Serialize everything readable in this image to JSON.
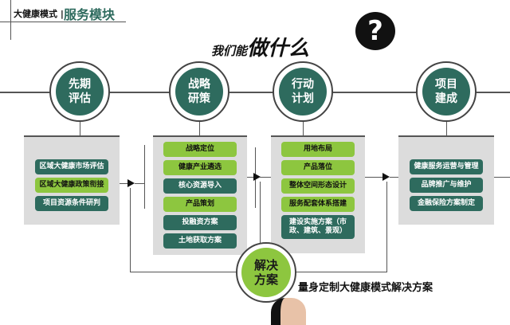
{
  "header": {
    "section": "大健康模式 |",
    "title": "服务模块"
  },
  "headline": {
    "prefix": "我们能",
    "emphasis": "做什么",
    "icon": "question-bubble-icon"
  },
  "stages": [
    {
      "label_line1": "先期",
      "label_line2": "评估",
      "items": [
        {
          "text": "区域大健康市场评估",
          "style": "dark"
        },
        {
          "text": "区域大健康政策衔接",
          "style": "green"
        },
        {
          "text": "项目资源条件研判",
          "style": "dark"
        }
      ]
    },
    {
      "label_line1": "战略",
      "label_line2": "研策",
      "items": [
        {
          "text": "战略定位",
          "style": "green"
        },
        {
          "text": "健康产业遴选",
          "style": "green"
        },
        {
          "text": "核心资源导入",
          "style": "dark"
        },
        {
          "text": "产品策划",
          "style": "green"
        },
        {
          "text": "投融资方案",
          "style": "dark"
        },
        {
          "text": "土地获取方案",
          "style": "dark"
        }
      ]
    },
    {
      "label_line1": "行动",
      "label_line2": "计划",
      "items": [
        {
          "text": "用地布局",
          "style": "green"
        },
        {
          "text": "产品落位",
          "style": "green"
        },
        {
          "text": "整体空间形态设计",
          "style": "green"
        },
        {
          "text": "服务配套体系搭建",
          "style": "green"
        },
        {
          "text": "建设实施方案（市政、建筑、景观）",
          "style": "dark"
        }
      ]
    },
    {
      "label_line1": "项目",
      "label_line2": "建成",
      "items": [
        {
          "text": "健康服务运营与管理",
          "style": "dark"
        },
        {
          "text": "品牌推广与维护",
          "style": "dark"
        },
        {
          "text": "金融保险方案制定",
          "style": "dark"
        }
      ]
    }
  ],
  "solution": {
    "label_line1": "解决",
    "label_line2": "方案",
    "caption": "量身定制大健康模式解决方案"
  },
  "colors": {
    "dark": "#2e6b5e",
    "green": "#8dc63f",
    "box": "#dcdcdc"
  }
}
